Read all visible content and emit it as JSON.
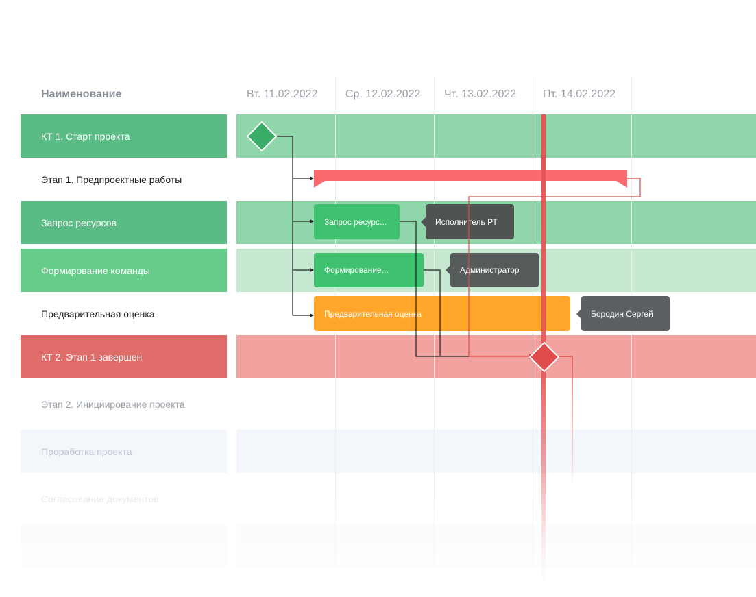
{
  "header": {
    "name_column": "Наименование",
    "dates": [
      "Вт. 11.02.2022",
      "Ср. 12.02.2022",
      "Чт. 13.02.2022",
      "Пт. 14.02.2022"
    ]
  },
  "rows": [
    {
      "label": "КТ 1. Старт проекта"
    },
    {
      "label": "Этап 1. Предпроектные работы"
    },
    {
      "label": "Запрос ресурсов"
    },
    {
      "label": "Формирование команды"
    },
    {
      "label": "Предварительная оценка"
    },
    {
      "label": "КТ 2. Этап 1 завершен"
    },
    {
      "label": "Этап 2. Инициирование проекта"
    },
    {
      "label": "Проработка проекта"
    },
    {
      "label": "Согласование документов"
    },
    {
      "label": ""
    }
  ],
  "tasks": {
    "resource_request": {
      "label": "Запрос ресурс...",
      "assignee": "Исполнитель РТ"
    },
    "team_formation": {
      "label": "Формирование...",
      "assignee": "Администратор"
    },
    "preliminary_estimate": {
      "label": "Предварительная оценка",
      "assignee": "Бородин Сергей"
    }
  },
  "colors": {
    "milestone_green": "#3aae69",
    "row_green_dark": "#5bbb84",
    "row_green_light": "#8fd6aa",
    "row_green_pale": "#c6e7d0",
    "task_green": "#3fc16f",
    "task_orange": "#ffa62b",
    "phase_red": "#f96b6e",
    "milestone_red": "#e04b4b",
    "row_red_dark": "#e06c69",
    "row_red_light": "#f2a29f",
    "today_line": "#e95353",
    "assignee_tag": "#4f5452"
  }
}
